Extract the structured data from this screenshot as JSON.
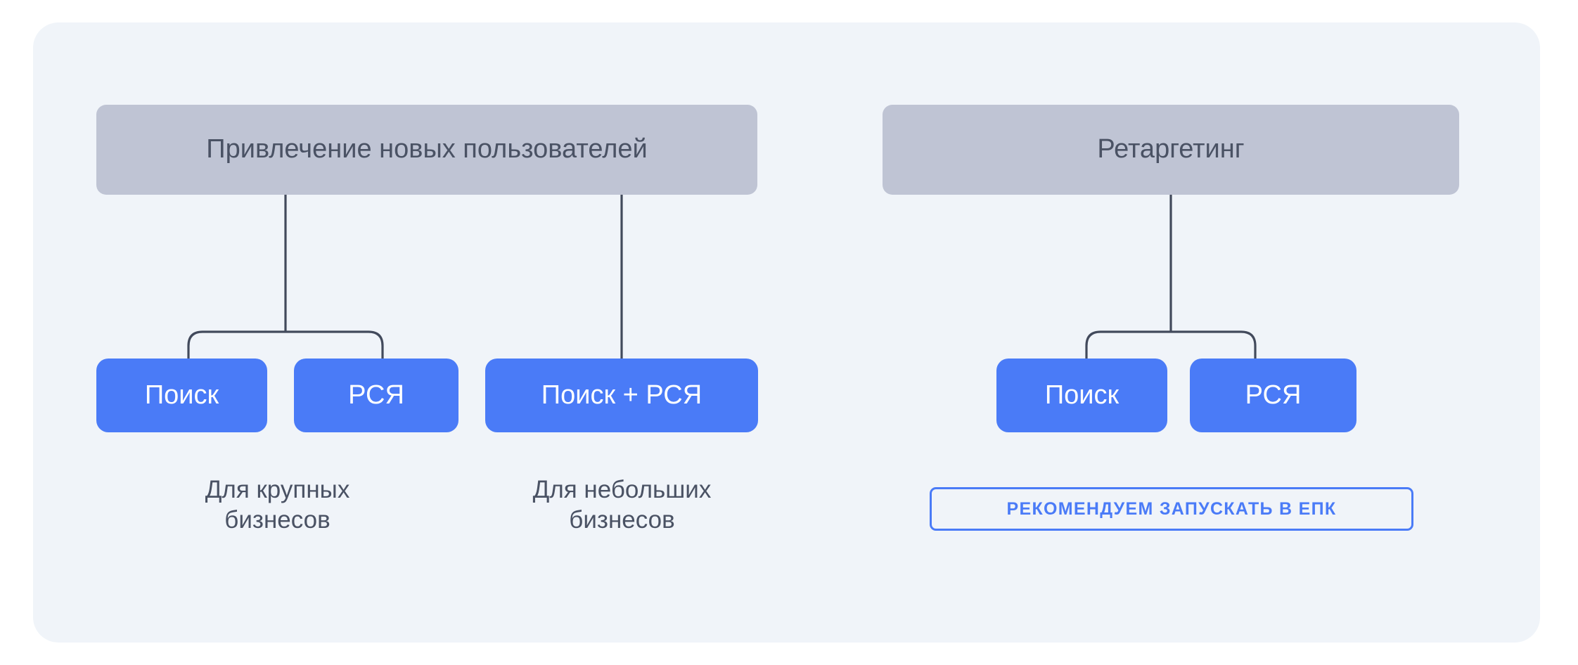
{
  "diagram": {
    "title_visible": false,
    "background_color": "#ffffff",
    "panel_color": "#f0f4f9",
    "colors": {
      "group_box_fill": "#bfc4d4",
      "group_box_text": "#4a5264",
      "chip_fill": "#4a7bf7",
      "chip_text": "#ffffff",
      "connector_line": "#424a5c",
      "caption_text": "#4a5264",
      "badge_border": "#4a7bf7",
      "badge_text": "#4a7bf7"
    },
    "groups": [
      {
        "id": "new-users",
        "label": "Привлечение новых пользователей",
        "branches": [
          {
            "id": "large-business",
            "chips": [
              "Поиск",
              "РСЯ"
            ],
            "caption": "Для крупных\nбизнесов"
          },
          {
            "id": "small-business",
            "chips": [
              "Поиск + РСЯ"
            ],
            "caption": "Для небольших\nбизнесов"
          }
        ]
      },
      {
        "id": "retargeting",
        "label": "Ретаргетинг",
        "branches": [
          {
            "id": "retargeting-channels",
            "chips": [
              "Поиск",
              "РСЯ"
            ],
            "badge": "РЕКОМЕНДУЕМ ЗАПУСКАТЬ В ЕПК"
          }
        ]
      }
    ]
  }
}
